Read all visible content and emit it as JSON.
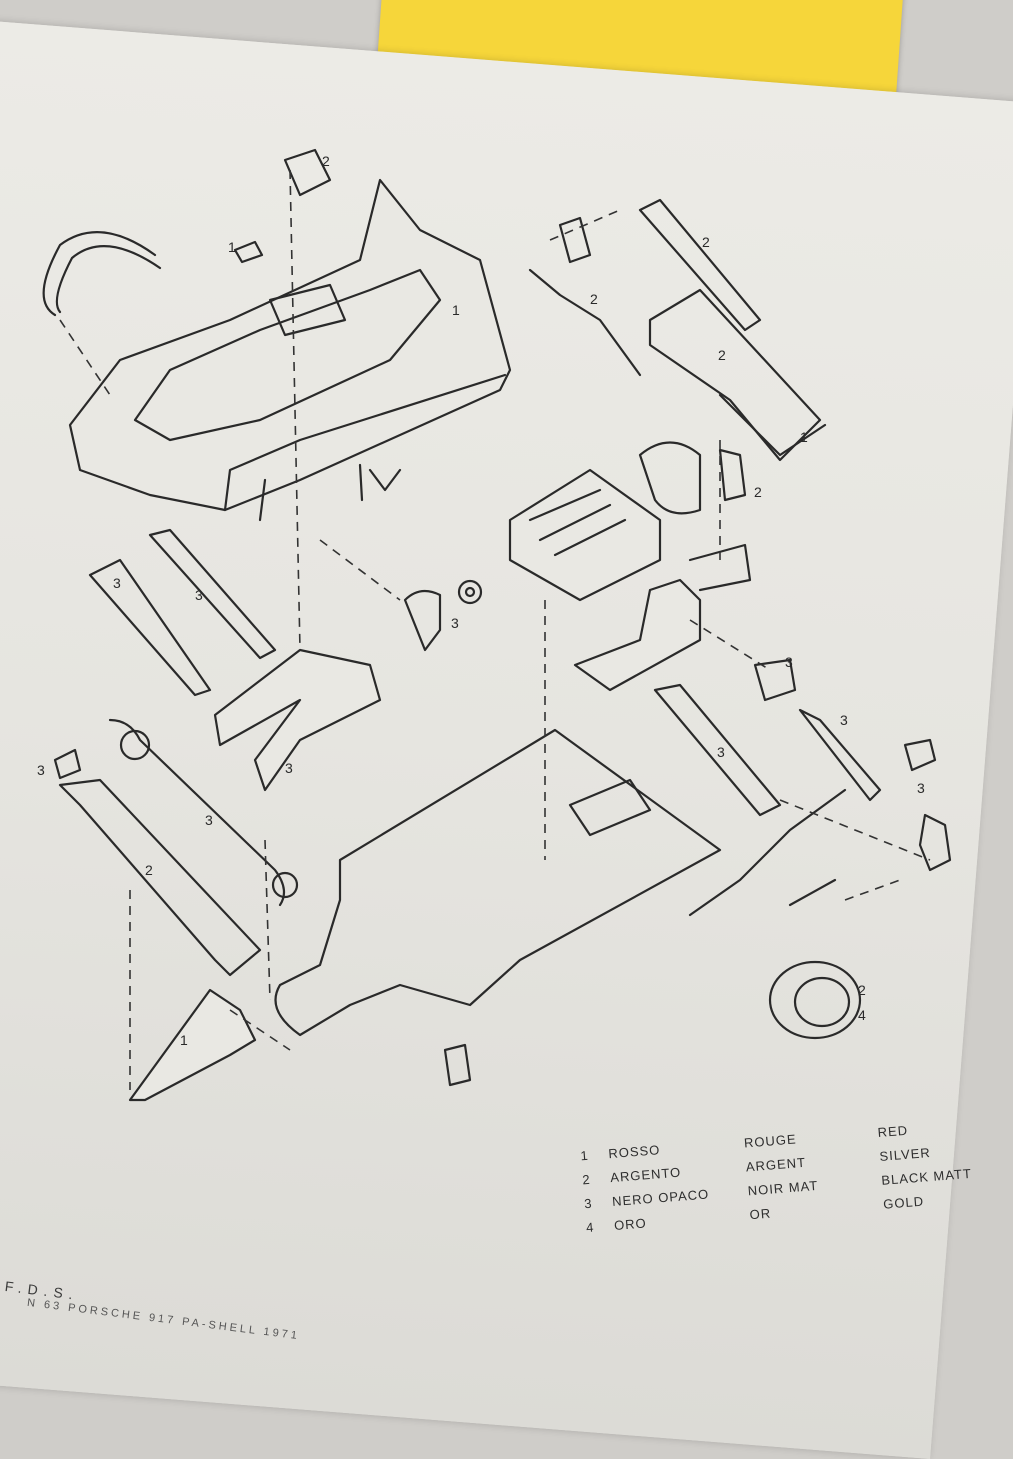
{
  "sheet": {
    "part_numbers": [
      "1",
      "2",
      "3",
      "4"
    ],
    "legend": [
      {
        "num": "1",
        "it": "ROSSO",
        "fr": "ROUGE",
        "en": "RED"
      },
      {
        "num": "2",
        "it": "ARGENTO",
        "fr": "ARGENT",
        "en": "SILVER"
      },
      {
        "num": "3",
        "it": "NERO OPACO",
        "fr": "NOIR MAT",
        "en": "BLACK MATT"
      },
      {
        "num": "4",
        "it": "ORO",
        "fr": "OR",
        "en": "GOLD"
      }
    ],
    "footer": {
      "brand": "F.D.S.",
      "model": "N 63 PORSCHE 917 PA-SHELL 1971"
    },
    "colors": {
      "paper": "#e9e8e3",
      "ink": "#2a2a2a",
      "card": "#f6d63a"
    }
  }
}
